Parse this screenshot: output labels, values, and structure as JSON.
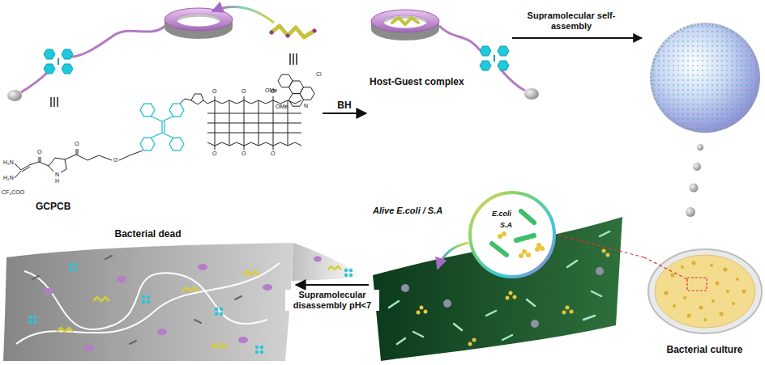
{
  "diagram": {
    "nodes": [
      {
        "text": [
          "GCPCB"
        ]
      },
      {
        "text": [
          "Host-Guest complex"
        ]
      },
      {
        "text": [
          "Bacterial culture"
        ]
      },
      {
        "text": [
          "Alive E.coli / S.A"
        ]
      },
      {
        "text": [
          "E.coli",
          "S.A"
        ],
        "in": 3
      },
      {
        "text": [
          "Bacterial dead"
        ]
      }
    ],
    "edges": [
      {
        "from": 0,
        "to": 1,
        "label": "BH",
        "arrow": "to"
      },
      {
        "from": 2,
        "to": 4,
        "arrow": "none"
      },
      {
        "from": 3,
        "to": 5,
        "label": "Supramolecular disassembly pH<7",
        "arrow": "to"
      }
    ],
    "labels": [
      "Supramolecular self-assembly",
      "H₂N",
      "H₂N",
      "CF₃COO",
      "O",
      "O",
      "N",
      "H",
      "O",
      "OMe",
      "OMe",
      "Cl",
      "N",
      "O",
      "O",
      "O",
      "O",
      "O",
      "O"
    ]
  }
}
